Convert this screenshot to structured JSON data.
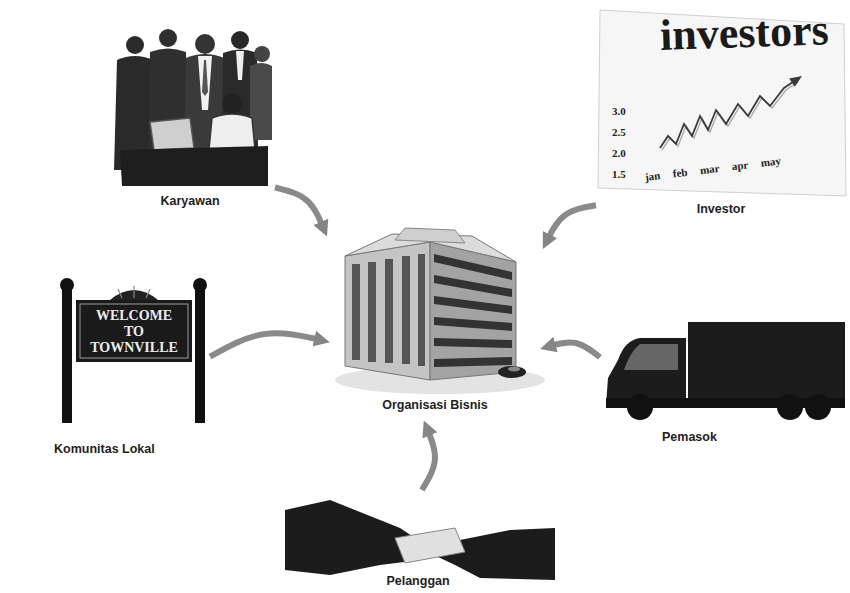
{
  "diagram": {
    "nodes": [
      {
        "text": [
          "Karyawan"
        ]
      },
      {
        "text": [
          "Investor"
        ]
      },
      {
        "text": [
          "Komunitas Lokal"
        ]
      },
      {
        "text": [
          "Organisasi Bisnis"
        ]
      },
      {
        "text": [
          "Pemasok"
        ]
      },
      {
        "text": [
          "Pelanggan"
        ]
      }
    ],
    "edges": [
      {
        "from": 0,
        "to": 3,
        "arrow": "to"
      },
      {
        "from": 1,
        "to": 3,
        "arrow": "to"
      },
      {
        "from": 2,
        "to": 3,
        "arrow": "to"
      },
      {
        "from": 4,
        "to": 3,
        "arrow": "to"
      },
      {
        "from": 5,
        "to": 3,
        "arrow": "to"
      }
    ],
    "labels": [
      "investors",
      "3.0",
      "2.5",
      "2.0",
      "1.5",
      "jan feb mar apr may",
      "WELCOME TO TOWNVILLE"
    ]
  }
}
